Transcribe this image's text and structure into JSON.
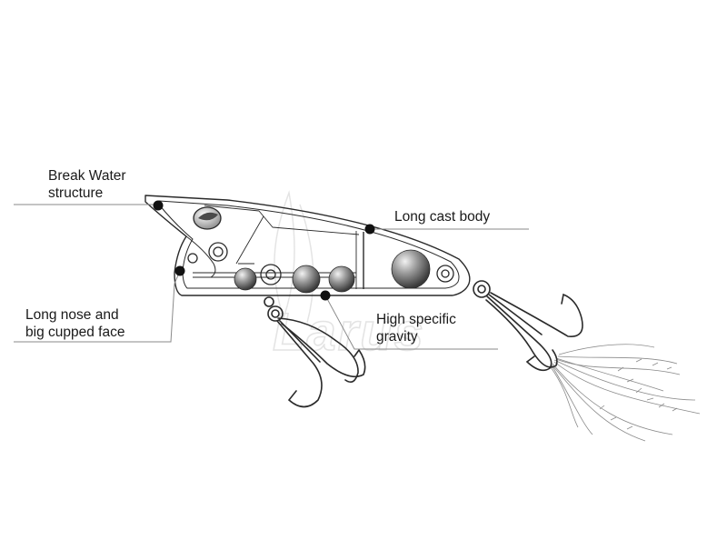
{
  "callouts": {
    "break_water": {
      "line1": "Break Water",
      "line2": "structure"
    },
    "long_cast": {
      "text": "Long cast body"
    },
    "long_nose": {
      "line1": "Long nose and",
      "line2": "big cupped face"
    },
    "high_gravity": {
      "line1": "High specific",
      "line2": "gravity"
    }
  },
  "watermark": {
    "text": "Larus"
  },
  "colors": {
    "ink": "#1a1a1a",
    "leader_line": "#888888",
    "watermark": "#d4d4d4",
    "ball": "#5a5a5a"
  }
}
